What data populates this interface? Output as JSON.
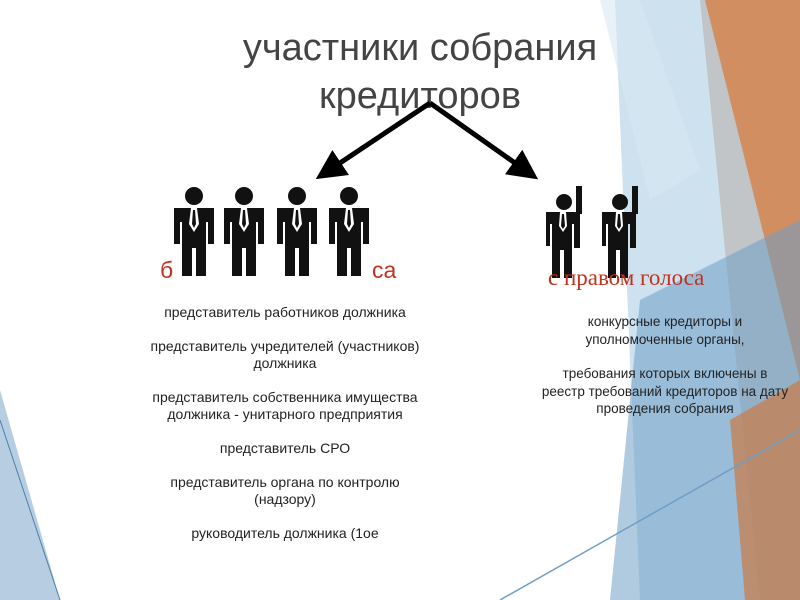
{
  "title_line1": "участники собрания",
  "title_line2": "кредиторов",
  "left_group": {
    "heading_start": "б",
    "heading_end": "са",
    "items": [
      "представитель работников должника",
      "представитель учредителей (участников) должника",
      "представитель собственника имущества должника - унитарного предприятия",
      "представитель СРО",
      "представитель органа по контролю (надзору)",
      "руководитель должника (1ое"
    ]
  },
  "right_group": {
    "heading": "с правом голоса",
    "items": [
      "конкурсные кредиторы и уполномоченные органы,",
      "требования которых включены в реестр требований кредиторов на дату проведения собрания"
    ]
  },
  "colors": {
    "heading_red": "#c0321d",
    "arrow": "#000000",
    "figure": "#111111",
    "blue_light": "#bcd7ea",
    "blue_mid": "#6f9ec6",
    "orange": "#c97a45"
  },
  "icons": [
    "person-with-tie-icon",
    "person-raising-hand-icon"
  ]
}
